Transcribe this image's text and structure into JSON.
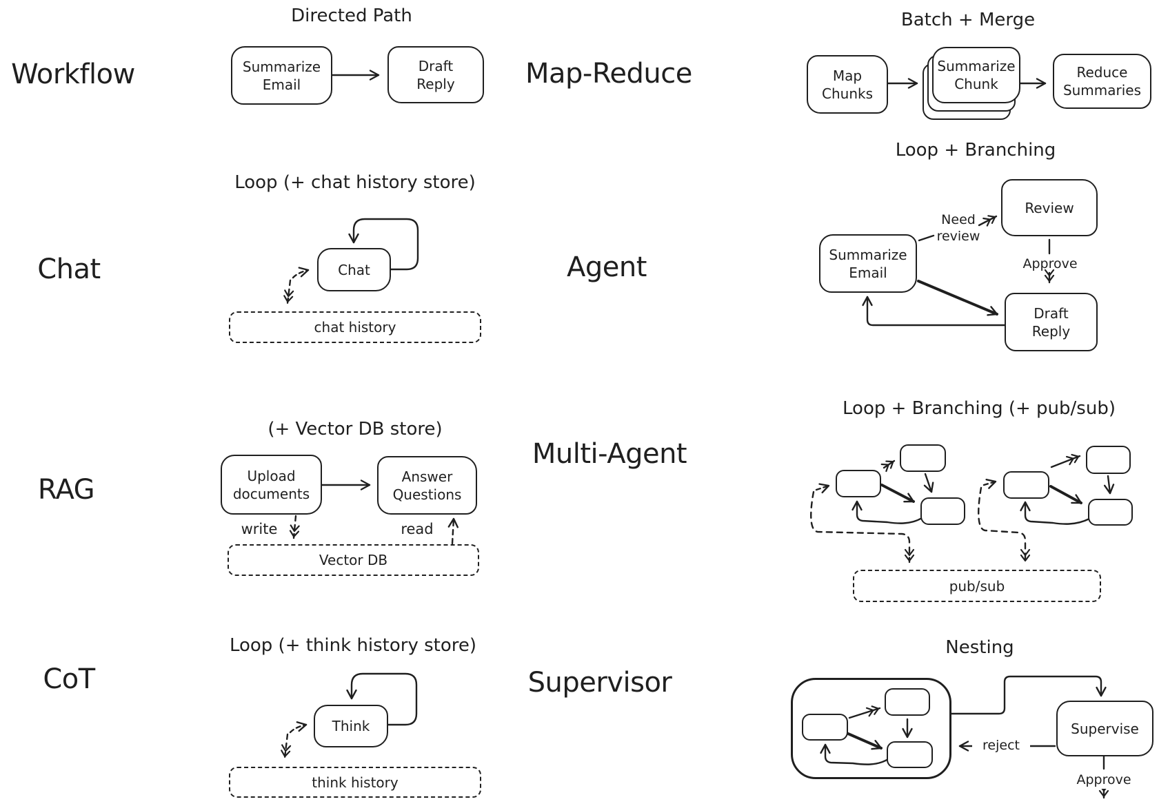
{
  "colors": {
    "ink": "#1f1f1f",
    "background": "#ffffff"
  },
  "workflow": {
    "label": "Workflow",
    "title": "Directed Path",
    "box_summarize_email": "Summarize\nEmail",
    "box_draft_reply": "Draft\nReply"
  },
  "map_reduce": {
    "label": "Map-Reduce",
    "title": "Batch + Merge",
    "box_map_chunks": "Map\nChunks",
    "box_summarize_chunk": "Summarize\nChunk",
    "box_reduce_summaries": "Reduce\nSummaries"
  },
  "chat": {
    "label": "Chat",
    "title": "Loop (+ chat history store)",
    "box_chat": "Chat",
    "store": "chat history"
  },
  "agent": {
    "label": "Agent",
    "title": "Loop + Branching",
    "box_summarize_email": "Summarize\nEmail",
    "box_review": "Review",
    "box_draft_reply": "Draft\nReply",
    "edge_need_review": "Need\nreview",
    "edge_approve": "Approve"
  },
  "rag": {
    "label": "RAG",
    "title": "(+ Vector DB store)",
    "box_upload_documents": "Upload\ndocuments",
    "box_answer_questions": "Answer\nQuestions",
    "store": "Vector DB",
    "edge_write": "write",
    "edge_read": "read"
  },
  "multi_agent": {
    "label": "Multi-Agent",
    "title": "Loop + Branching (+ pub/sub)",
    "store": "pub/sub"
  },
  "cot": {
    "label": "CoT",
    "title": "Loop (+ think history store)",
    "box_think": "Think",
    "store": "think history"
  },
  "supervisor": {
    "label": "Supervisor",
    "title": "Nesting",
    "box_supervise": "Supervise",
    "edge_reject": "reject",
    "edge_approve": "Approve"
  }
}
